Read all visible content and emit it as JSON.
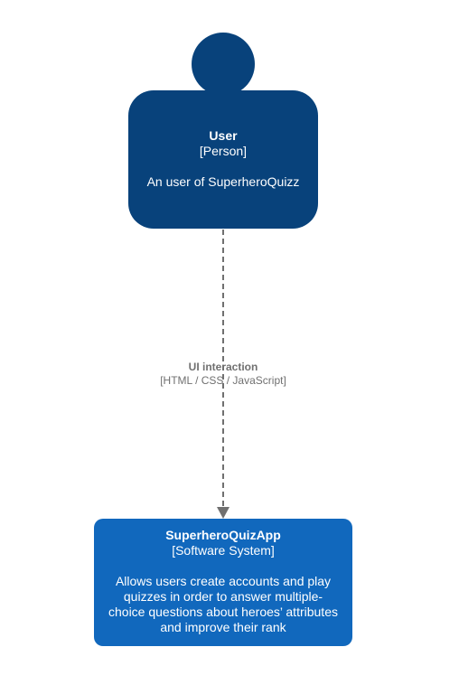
{
  "person": {
    "name": "User",
    "type": "[Person]",
    "description": "An user of SuperheroQuizz",
    "color": "#08427b"
  },
  "system": {
    "name": "SuperheroQuizApp",
    "type": "[Software System]",
    "description": "Allows users create accounts and play quizzes in order to answer multiple-choice questions about heroes’ attributes and improve their rank",
    "color": "#1168bd"
  },
  "relationship": {
    "label": "UI interaction",
    "technology": "[HTML / CSS / JavaScript]",
    "color": "#707070",
    "style": "dashed"
  }
}
